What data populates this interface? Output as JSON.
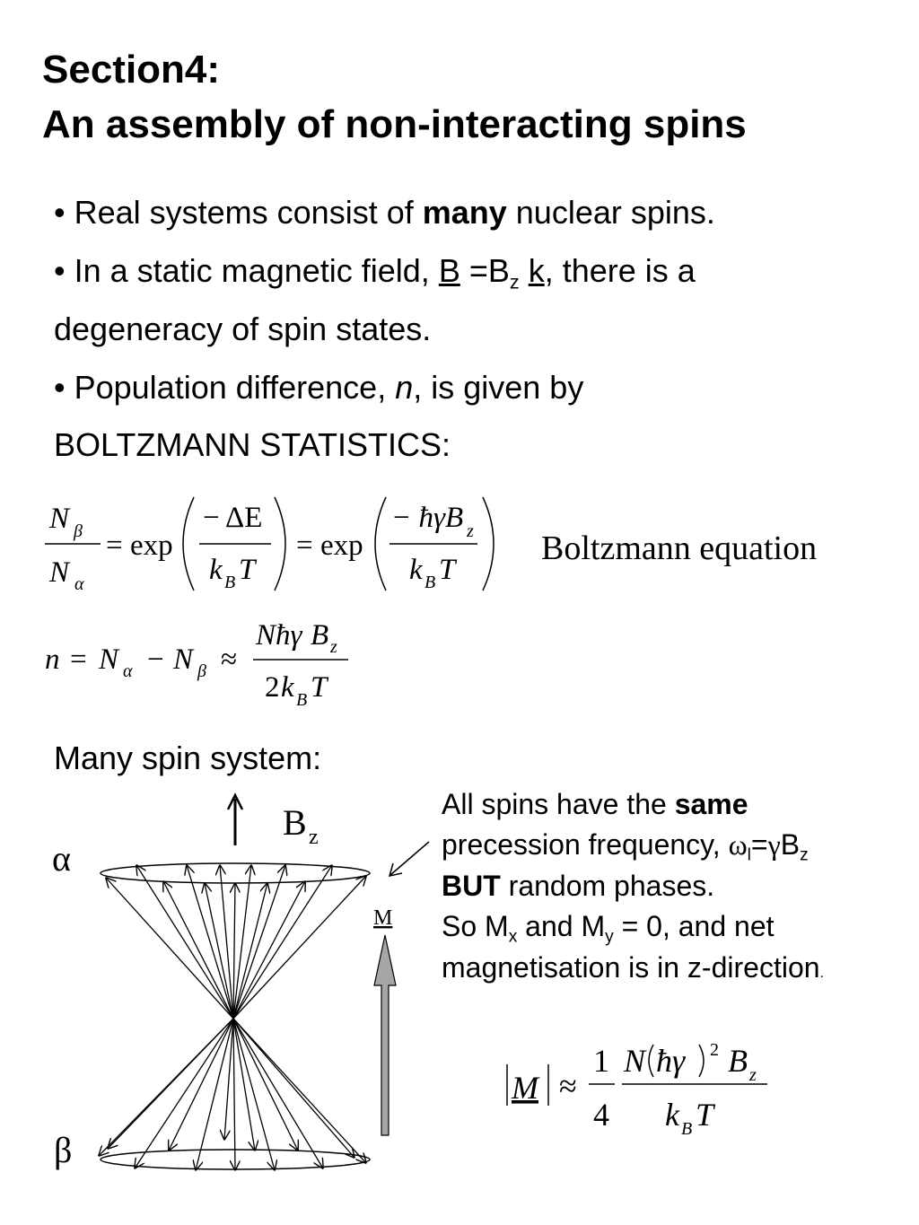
{
  "title": {
    "line1": "Section4:",
    "line2": "An assembly of non-interacting spins"
  },
  "bullets": {
    "b1_pre": "• Real systems consist of ",
    "b1_bold": "many",
    "b1_post": " nuclear spins.",
    "b2_pre": "• In a static magnetic field, ",
    "b2_B": "B",
    "b2_eq": " =B",
    "b2_z": "z",
    "b2_k": "k",
    "b2_post": ", there is a",
    "b2_line2": "degeneracy of spin states.",
    "b3_pre": "• Population difference, ",
    "b3_n": "n",
    "b3_post": ", is given by",
    "b3_line2": "BOLTZMANN STATISTICS:"
  },
  "equations": {
    "boltzmann_label": "Boltzmann equation",
    "exp": "exp",
    "minus_deltaE": "− ΔE",
    "minus_hgammaB": "− ħγB",
    "N": "N",
    "k": "k",
    "T": "T",
    "B_sub": "B",
    "z_sub": "z",
    "beta": "β",
    "alpha": "α",
    "n": "n",
    "two": "2",
    "one": "1",
    "four": "4",
    "approx": "≈",
    "equals": "=",
    "minus": "−",
    "M": "M",
    "hgamma": "ħγ",
    "sq": "2",
    "Nhg": "Nħγ",
    "B": "B"
  },
  "diagram": {
    "heading": "Many spin system:",
    "alpha_label": "α",
    "beta_label": "β",
    "field_label": "B",
    "field_sub": "z",
    "m_label": "M",
    "arrow_grey": "#a6a6a6"
  },
  "caption": {
    "l1_pre": "All spins have the ",
    "l1_bold": "same",
    "l2_pre": "precession frequency, ",
    "l2_omega": "ω",
    "l2_sub": "l",
    "l2_mid": "=",
    "l2_gamma": "γ",
    "l2_B": "B",
    "l2_z": "z",
    "l3_bold": "BUT",
    "l3_post": " random phases.",
    "l4_pre": "So M",
    "l4_x": "x",
    "l4_mid": " and M",
    "l4_y": "y",
    "l4_post": " = 0, and net",
    "l5": "magnetisation is in z-direction",
    "l5_dot": "."
  }
}
